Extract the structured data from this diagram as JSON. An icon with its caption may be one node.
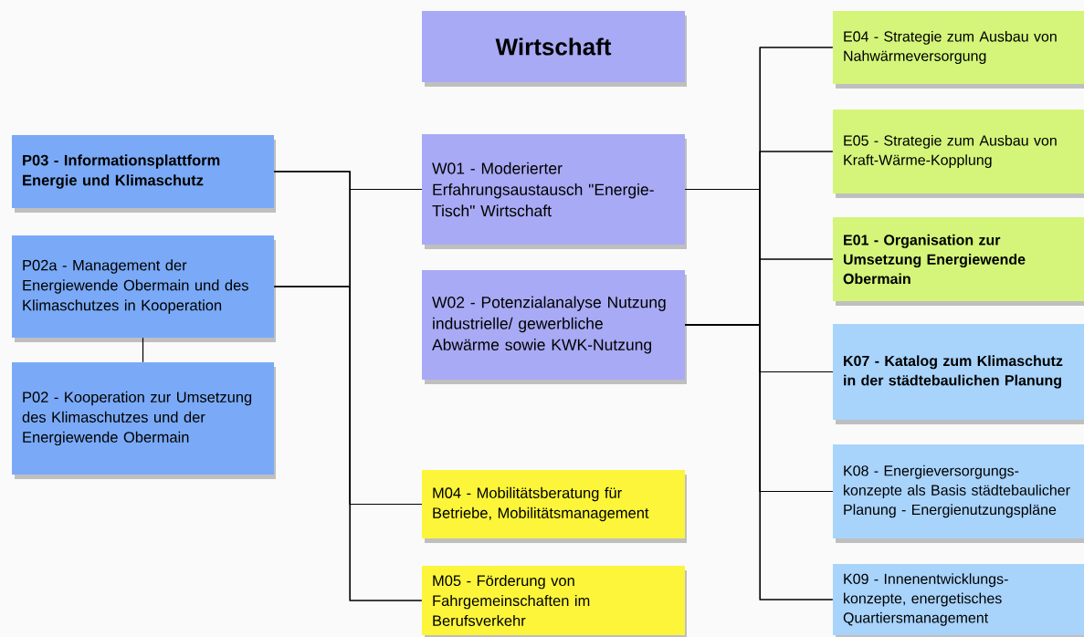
{
  "diagram": {
    "nodes": [
      {
        "text": [
          "Wirtschaft"
        ]
      },
      {
        "text": [
          "P03 - Informationsplattform Energie und Klimaschutz"
        ]
      },
      {
        "text": [
          "P02a - Management der Energiewende Obermain und des Klimaschutzes in Kooperation"
        ]
      },
      {
        "text": [
          "P02 - Kooperation zur Umsetzung des Klimaschutzes und der Energiewende Obermain"
        ]
      },
      {
        "text": [
          "W01 - Moderierter Erfahrungsaustausch \"Energie-Tisch\" Wirtschaft"
        ]
      },
      {
        "text": [
          "W02 - Potenzialanalyse Nutzung industrielle/ gewerbliche Abwärme sowie KWK-Nutzung"
        ]
      },
      {
        "text": [
          "M04 - Mobilitätsberatung für Betriebe, Mobilitätsmanagement"
        ]
      },
      {
        "text": [
          "M05 - Förderung von Fahrgemeinschaften im Berufsverkehr"
        ]
      },
      {
        "text": [
          "E04 - Strategie zum Ausbau von Nahwärmeversorgung"
        ]
      },
      {
        "text": [
          "E05 - Strategie zum Ausbau von Kraft-Wärme-Kopplung"
        ]
      },
      {
        "text": [
          "E01 - Organisation zur Umsetzung Energiewende Obermain"
        ]
      },
      {
        "text": [
          "K07 - Katalog zum Klimaschutz in der städtebaulichen Planung"
        ]
      },
      {
        "text": [
          "K08 - Energieversorgungs-konzepte als Basis städtebaulicher Planung - Energienutzungspläne"
        ]
      },
      {
        "text": [
          "K09 - Innenentwicklungs-konzepte, energetisches Quartiersmanagement"
        ]
      }
    ],
    "edges": [
      {
        "from": 1,
        "to": 4,
        "arrow": "none"
      },
      {
        "from": 1,
        "to": 6,
        "arrow": "none"
      },
      {
        "from": 1,
        "to": 7,
        "arrow": "none"
      },
      {
        "from": 2,
        "to": 4,
        "arrow": "none"
      },
      {
        "from": 2,
        "to": 6,
        "arrow": "none"
      },
      {
        "from": 2,
        "to": 7,
        "arrow": "none"
      },
      {
        "from": 2,
        "to": 3,
        "arrow": "none"
      },
      {
        "from": 4,
        "to": 8,
        "arrow": "none"
      },
      {
        "from": 4,
        "to": 9,
        "arrow": "none"
      },
      {
        "from": 4,
        "to": 10,
        "arrow": "none"
      },
      {
        "from": 4,
        "to": 11,
        "arrow": "none"
      },
      {
        "from": 4,
        "to": 12,
        "arrow": "none"
      },
      {
        "from": 4,
        "to": 13,
        "arrow": "none"
      },
      {
        "from": 5,
        "to": 8,
        "arrow": "none"
      },
      {
        "from": 5,
        "to": 9,
        "arrow": "none"
      },
      {
        "from": 5,
        "to": 10,
        "arrow": "none"
      },
      {
        "from": 5,
        "to": 11,
        "arrow": "none"
      },
      {
        "from": 5,
        "to": 12,
        "arrow": "none"
      },
      {
        "from": 5,
        "to": 13,
        "arrow": "none"
      }
    ]
  }
}
